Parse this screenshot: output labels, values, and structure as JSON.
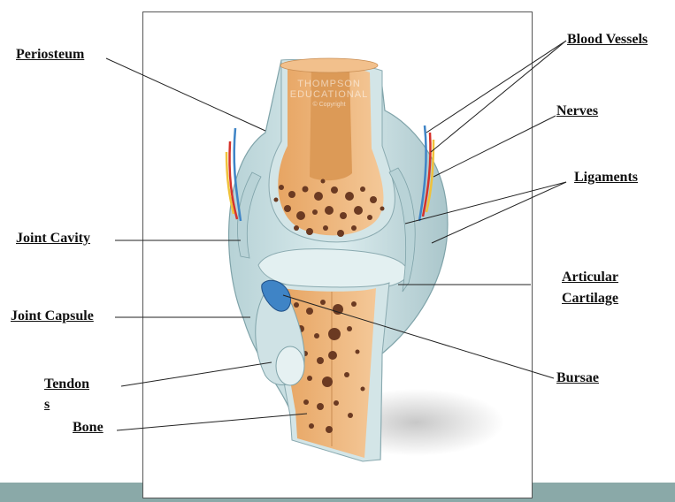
{
  "labels": {
    "periosteum": "Periosteum",
    "blood_vessels": "Blood Vessels",
    "nerves": "Nerves",
    "ligaments": "Ligaments",
    "joint_cavity": "Joint Cavity",
    "articular_line1": "Articular",
    "articular_line2": "Cartilage",
    "joint_capsule": "Joint Capsule",
    "tendons_line1": "Tendon",
    "tendons_line2": "s",
    "bursae": "Bursae",
    "bone": "Bone"
  },
  "watermark": {
    "line1": "THOMPSON",
    "line2": "EDUCATIONAL",
    "line3": "© Copyright"
  },
  "colors": {
    "bottom_bar": "#8aa9a8",
    "capsule": "#c5dcdf",
    "bone_tan": "#efb676",
    "marrow": "#6b3a22",
    "bursa": "#3f84c6",
    "artery": "#d6322b",
    "nerve": "#f0c23a"
  }
}
